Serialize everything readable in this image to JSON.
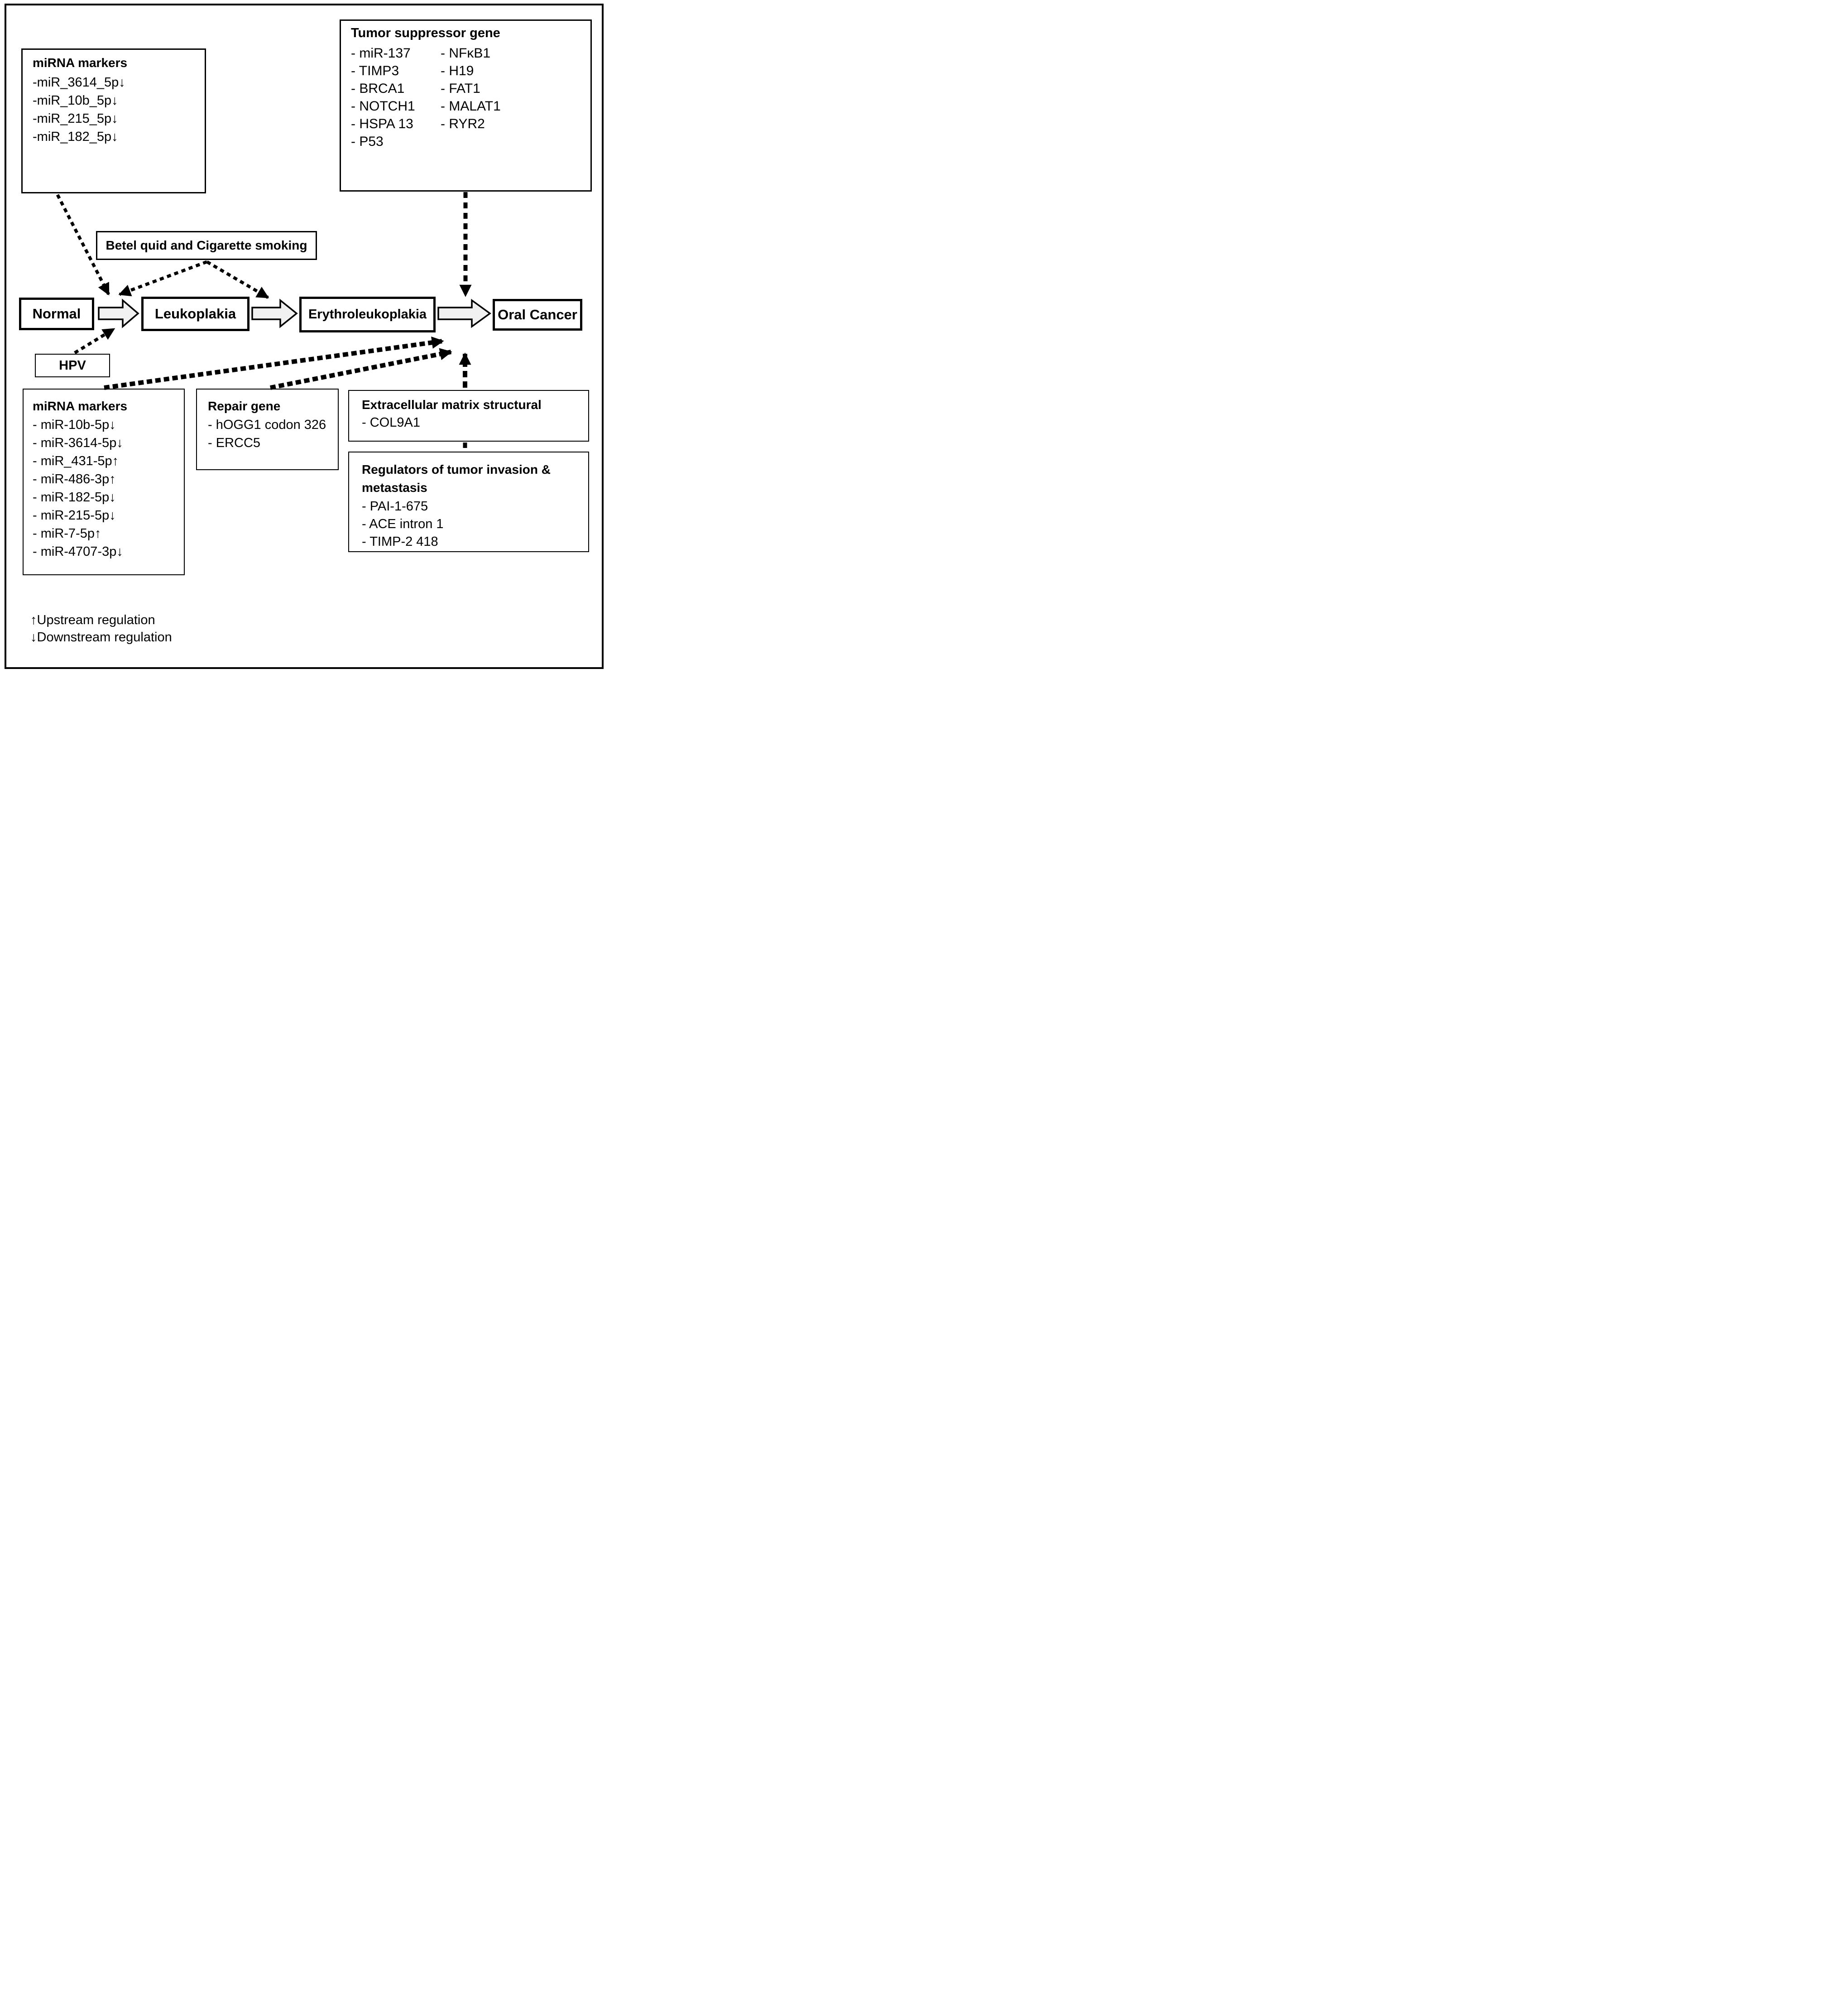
{
  "boxes": {
    "mirna_top": {
      "title": "miRNA markers",
      "items": [
        "-miR_3614_5p↓",
        "-miR_10b_5p↓",
        "-miR_215_5p↓",
        "-miR_182_5p↓"
      ]
    },
    "tumor_suppressor": {
      "title": "Tumor suppressor gene",
      "col_left": [
        "- miR-137",
        "- TIMP3",
        "- BRCA1",
        "- NOTCH1",
        "- HSPA 13",
        "- P53"
      ],
      "col_right": [
        "- NFκB1",
        "- H19",
        "- FAT1",
        "- MALAT1",
        "- RYR2"
      ]
    },
    "betel": {
      "label": "Betel quid and Cigarette smoking"
    },
    "hpv": {
      "label": "HPV"
    },
    "mirna_bottom": {
      "title": "miRNA markers",
      "items": [
        "- miR-10b-5p↓",
        "- miR-3614-5p↓",
        "- miR_431-5p↑",
        "- miR-486-3p↑",
        "- miR-182-5p↓",
        "- miR-215-5p↓",
        "- miR-7-5p↑",
        "- miR-4707-3p↓"
      ]
    },
    "repair": {
      "title": "Repair gene",
      "items": [
        "- hOGG1 codon 326",
        "- ERCC5"
      ]
    },
    "ecm": {
      "title": "Extracellular matrix structural",
      "items": [
        "- COL9A1"
      ]
    },
    "regulators": {
      "title": "Regulators of tumor invasion & metastasis",
      "items": [
        "- PAI-1-675",
        "- ACE intron 1",
        "- TIMP-2 418"
      ]
    }
  },
  "flow": {
    "stages": [
      "Normal",
      "Leukoplakia",
      "Erythroleukoplakia",
      "Oral Cancer"
    ]
  },
  "legend": {
    "up": "↑Upstream regulation",
    "down": "↓Downstream regulation"
  },
  "connections": [
    "miRNA markers (top) → Normal/Leukoplakia transition",
    "Betel quid and Cigarette smoking → Normal/Leukoplakia transition",
    "Betel quid and Cigarette smoking → Leukoplakia/Erythroleukoplakia transition",
    "Tumor suppressor gene → Erythroleukoplakia/Oral Cancer transition",
    "HPV → Normal/Leukoplakia transition",
    "miRNA markers (bottom) → Erythroleukoplakia",
    "Repair gene → Erythroleukoplakia",
    "Extracellular matrix structural → Erythroleukoplakia/Oral Cancer transition",
    "Extracellular matrix structural ↔ Regulators of tumor invasion & metastasis"
  ],
  "colors": {
    "line": "#000000",
    "block_arrow_fill": "#f1f1f1",
    "box_background": "#ffffff",
    "page_background": "#ffffff"
  }
}
